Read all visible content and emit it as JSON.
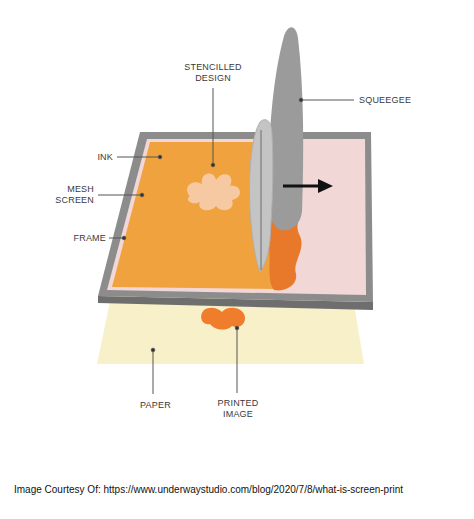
{
  "diagram": {
    "caption": "Image Courtesy Of: https://www.underwaystudio.com/blog/2020/7/8/what-is-screen-print",
    "labels": [
      "STENCILLED DESIGN",
      "SQUEEGEE",
      "INK",
      "MESH SCREEN",
      "FRAME",
      "PAPER",
      "PRINTED IMAGE"
    ]
  }
}
